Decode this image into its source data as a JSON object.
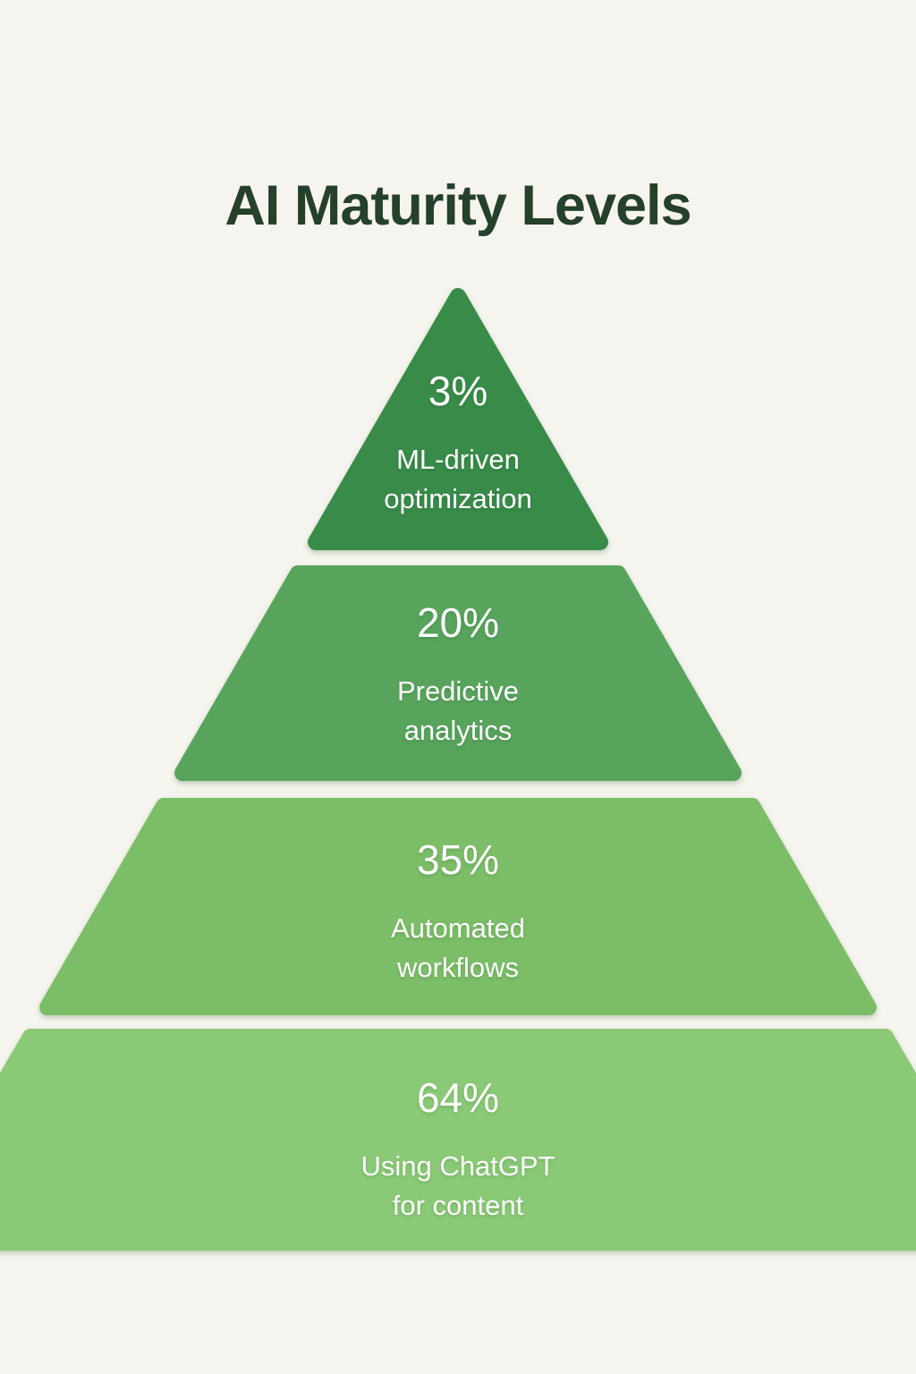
{
  "title": "AI Maturity Levels",
  "colors": {
    "background": "#f6f4ee",
    "title_text": "#25402b",
    "tier_text": "#ffffff",
    "tier1": "#398b49",
    "tier2": "#58a45c",
    "tier3": "#7bbd68",
    "tier4": "#8ac976"
  },
  "chart_data": {
    "type": "pyramid",
    "title": "AI Maturity Levels",
    "orientation": "smallest-on-top",
    "levels": [
      {
        "rank": 1,
        "percent": "3%",
        "value": 3,
        "label": "ML-driven optimization",
        "label_lines": [
          "ML-driven",
          "optimization"
        ],
        "color": "#398b49"
      },
      {
        "rank": 2,
        "percent": "20%",
        "value": 20,
        "label": "Predictive analytics",
        "label_lines": [
          "Predictive",
          "analytics"
        ],
        "color": "#58a45c"
      },
      {
        "rank": 3,
        "percent": "35%",
        "value": 35,
        "label": "Automated workflows",
        "label_lines": [
          "Automated",
          "workflows"
        ],
        "color": "#7bbd68"
      },
      {
        "rank": 4,
        "percent": "64%",
        "value": 64,
        "label": "Using ChatGPT for content",
        "label_lines": [
          "Using ChatGPT",
          "for content"
        ],
        "color": "#8ac976"
      }
    ]
  }
}
